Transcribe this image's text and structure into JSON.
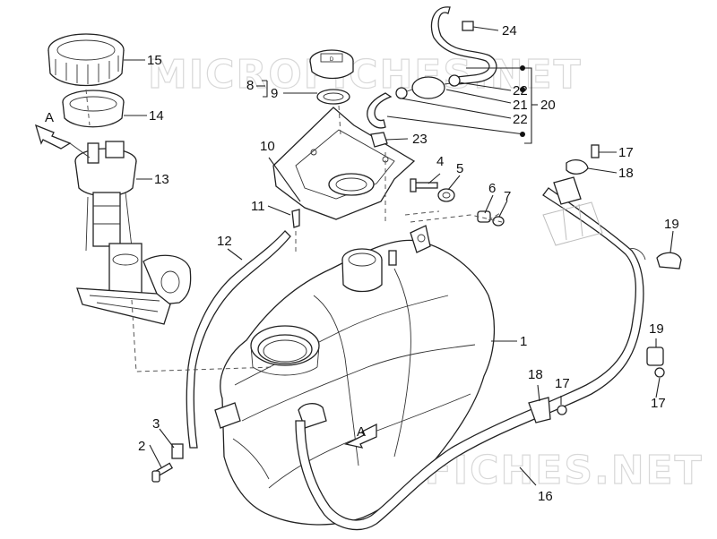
{
  "watermarks": [
    "MICROFICHES.NET",
    "MICROFICHES.NET"
  ],
  "callouts": [
    {
      "id": "c1",
      "label": "1"
    },
    {
      "id": "c2",
      "label": "2"
    },
    {
      "id": "c3",
      "label": "3"
    },
    {
      "id": "c4",
      "label": "4"
    },
    {
      "id": "c5",
      "label": "5"
    },
    {
      "id": "c6",
      "label": "6"
    },
    {
      "id": "c7",
      "label": "7"
    },
    {
      "id": "c8",
      "label": "8"
    },
    {
      "id": "c9",
      "label": "9"
    },
    {
      "id": "c10",
      "label": "10"
    },
    {
      "id": "c11",
      "label": "11"
    },
    {
      "id": "c12",
      "label": "12"
    },
    {
      "id": "c13",
      "label": "13"
    },
    {
      "id": "c14",
      "label": "14"
    },
    {
      "id": "c15",
      "label": "15"
    },
    {
      "id": "c16",
      "label": "16"
    },
    {
      "id": "c17a",
      "label": "17"
    },
    {
      "id": "c17b",
      "label": "17"
    },
    {
      "id": "c17c",
      "label": "17"
    },
    {
      "id": "c18a",
      "label": "18"
    },
    {
      "id": "c18b",
      "label": "18"
    },
    {
      "id": "c19a",
      "label": "19"
    },
    {
      "id": "c19b",
      "label": "19"
    },
    {
      "id": "c20",
      "label": "20"
    },
    {
      "id": "c21",
      "label": "21"
    },
    {
      "id": "c22a",
      "label": "22"
    },
    {
      "id": "c22b",
      "label": "22"
    },
    {
      "id": "c23",
      "label": "23"
    },
    {
      "id": "c24",
      "label": "24"
    }
  ],
  "markers": [
    {
      "id": "a1",
      "label": "A"
    },
    {
      "id": "a2",
      "label": "A"
    }
  ],
  "cap_text": "D"
}
